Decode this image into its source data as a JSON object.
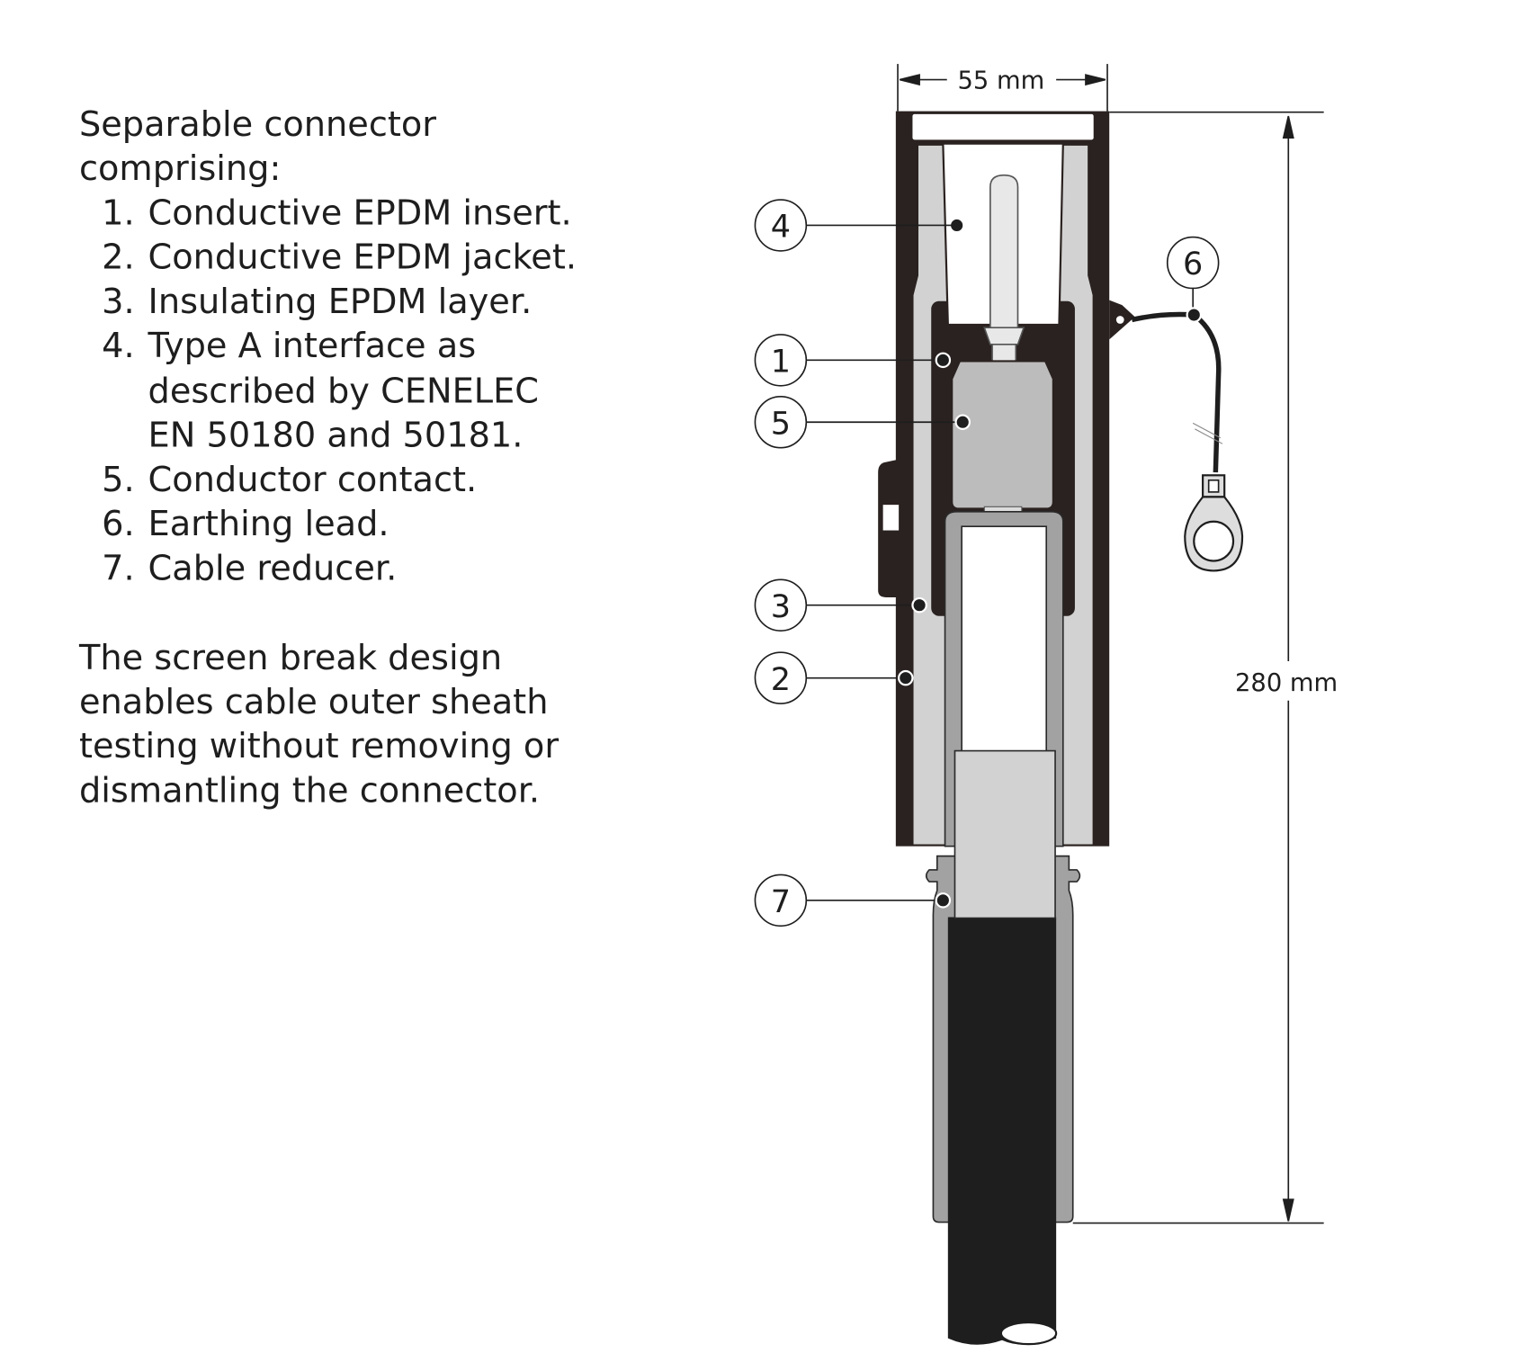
{
  "description": {
    "intro_lines": [
      "Separable connector",
      "comprising:"
    ],
    "items": [
      {
        "num": "1.",
        "lines": [
          "Conductive EPDM insert."
        ]
      },
      {
        "num": "2.",
        "lines": [
          "Conductive EPDM jacket."
        ]
      },
      {
        "num": "3.",
        "lines": [
          "Insulating EPDM layer."
        ]
      },
      {
        "num": "4.",
        "lines": [
          "Type A interface as",
          "described by CENELEC",
          "EN 50180 and 50181."
        ]
      },
      {
        "num": "5.",
        "lines": [
          "Conductor contact."
        ]
      },
      {
        "num": "6.",
        "lines": [
          "Earthing lead."
        ]
      },
      {
        "num": "7.",
        "lines": [
          "Cable reducer."
        ]
      }
    ],
    "note_lines": [
      "The screen break design",
      "enables cable outer sheath",
      "testing without removing or",
      "dismantling the connector."
    ]
  },
  "diagram": {
    "width_label": "55 mm",
    "height_label": "280 mm",
    "callouts": [
      "1",
      "2",
      "3",
      "4",
      "5",
      "6",
      "7"
    ]
  },
  "colors": {
    "body_dark": "#2a2220",
    "insulation": "#d2d2d2",
    "contact": "#bdbcbc",
    "reducer": "#a2a2a2",
    "cable": "#1e1e1e"
  }
}
